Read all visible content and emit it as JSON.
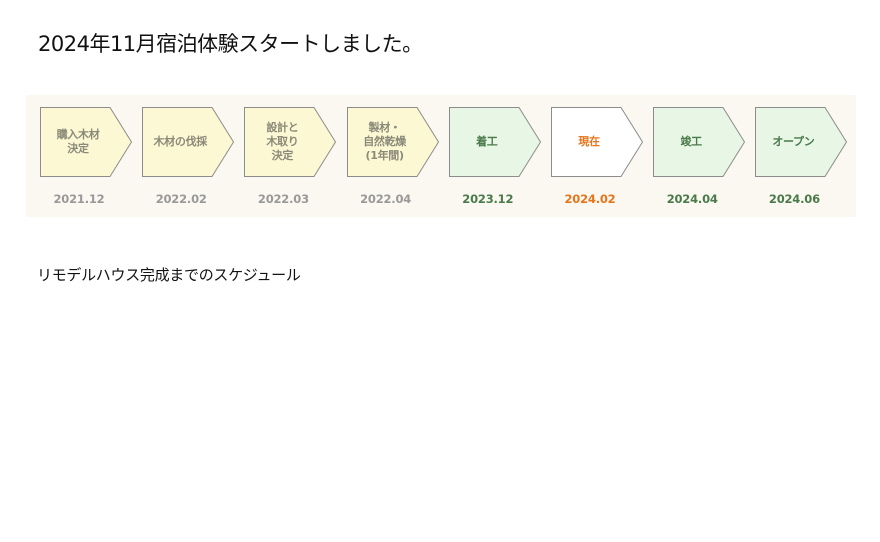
{
  "heading": "2024年11月宿泊体験スタートしました。",
  "timeline": {
    "steps": [
      {
        "label": "購入木材\n決定",
        "date": "2021.12",
        "status": "past"
      },
      {
        "label": "木材の伐採",
        "date": "2022.02",
        "status": "past"
      },
      {
        "label": "設計と\n木取り\n決定",
        "date": "2022.03",
        "status": "past"
      },
      {
        "label": "製材・\n自然乾燥\n(1年間)",
        "date": "2022.04",
        "status": "past"
      },
      {
        "label": "着工",
        "date": "2023.12",
        "status": "upcoming"
      },
      {
        "label": "現在",
        "date": "2024.02",
        "status": "current"
      },
      {
        "label": "竣工",
        "date": "2024.04",
        "status": "upcoming"
      },
      {
        "label": "オープン",
        "date": "2024.06",
        "status": "upcoming"
      }
    ],
    "colors": {
      "past_fill": "#fdf8d4",
      "upcoming_fill": "#e8f6e6",
      "current_fill": "#ffffff",
      "outline": "#8c8c8c",
      "past_text": "#8a8a78",
      "upcoming_text": "#4a7a4a",
      "current_text": "#e8741b",
      "past_date": "#999999"
    }
  },
  "caption": "リモデルハウス完成までのスケジュール"
}
